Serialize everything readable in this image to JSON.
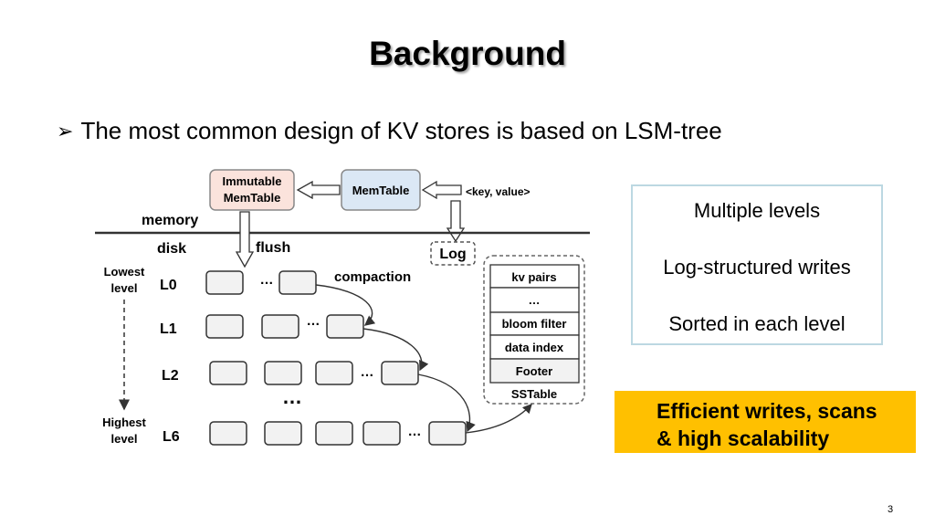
{
  "slide": {
    "title": "Background",
    "bullet": "The most common design of KV stores is based on LSM-tree",
    "page_number": "3"
  },
  "diagram": {
    "immutable_memtable": [
      "Immutable",
      "MemTable"
    ],
    "memtable": "MemTable",
    "key_value": "<key, value>",
    "memory": "memory",
    "disk": "disk",
    "flush": "flush",
    "log": "Log",
    "compaction": "compaction",
    "lowest_level": [
      "Lowest",
      "level"
    ],
    "highest_level": [
      "Highest",
      "level"
    ],
    "levels": [
      "L0",
      "L1",
      "L2",
      "L6"
    ],
    "ellipsis": "…",
    "sstable_rows": [
      "kv pairs",
      "…",
      "bloom filter",
      "data index",
      "Footer"
    ],
    "sstable_label": "SSTable"
  },
  "info_box": {
    "lines": [
      "Multiple levels",
      "Log-structured writes",
      "Sorted in each level"
    ]
  },
  "highlight": {
    "lines": [
      "Efficient writes, scans",
      "& high scalability"
    ]
  },
  "colors": {
    "memtable_fill": "#dbe8f5",
    "immutable_fill": "#fbe3dc",
    "highlight_fill": "#ffc000",
    "info_border": "#bcd8e2",
    "block_fill": "#f2f2f2"
  }
}
